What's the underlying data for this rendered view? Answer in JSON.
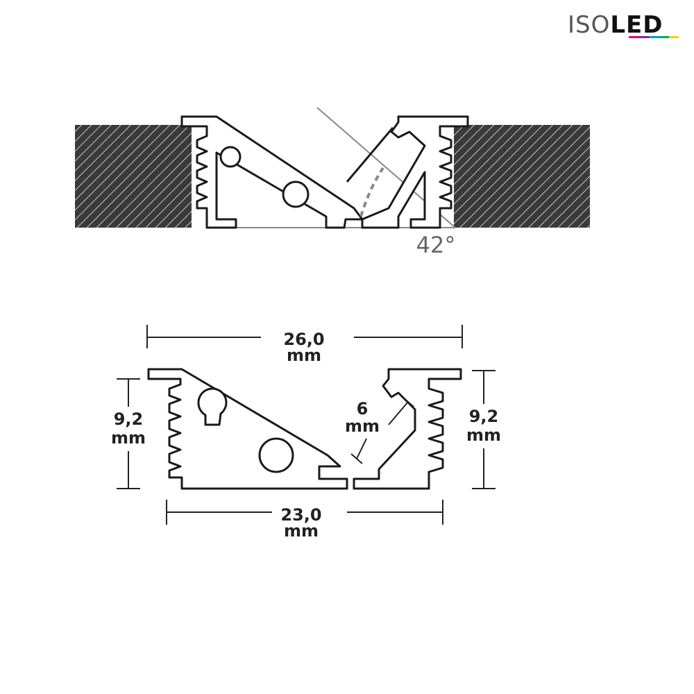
{
  "logo": {
    "part1": "ISO",
    "part2": "LED",
    "color_bar": [
      "#e4007c",
      "#7d2d8c",
      "#0099d6",
      "#00a859",
      "#ffcc00"
    ]
  },
  "installation_view": {
    "angle_label": "42°"
  },
  "dimensions": {
    "top_width": {
      "value": "26,0",
      "unit": "mm"
    },
    "bottom_width": {
      "value": "23,0",
      "unit": "mm"
    },
    "left_height": {
      "value": "9,2",
      "unit": "mm"
    },
    "right_height": {
      "value": "9,2",
      "unit": "mm"
    },
    "led_width": {
      "value": "6",
      "unit": "mm"
    }
  },
  "colors": {
    "outline": "#1a1a1a",
    "wall": "#3a3a3a",
    "guide_line": "#888888",
    "dim_line": "#222222"
  }
}
